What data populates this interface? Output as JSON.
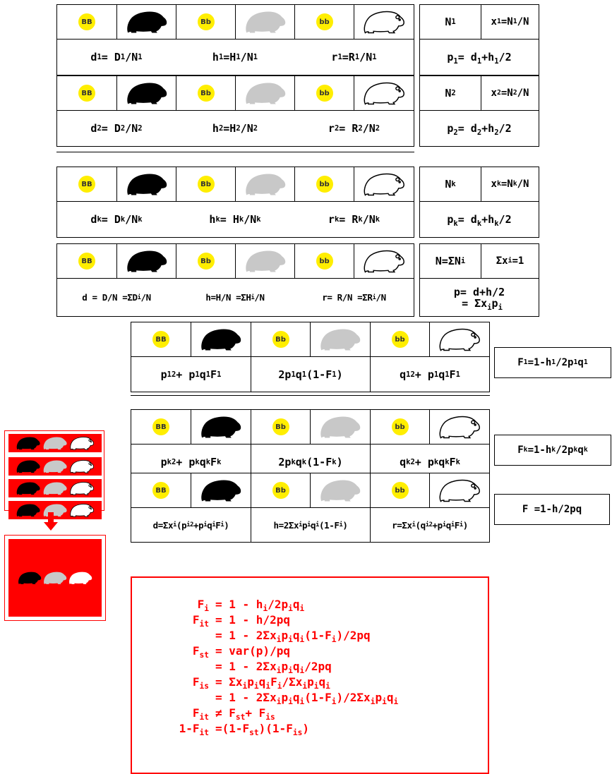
{
  "genotypes": [
    "BB",
    "Bb",
    "bb"
  ],
  "colors": {
    "black": "#000000",
    "grey": "#c8c8c8",
    "white": "#ffffff",
    "yellow": "#ffee00",
    "red": "#ff0000"
  },
  "icons": [
    "guinea-pig-black-icon",
    "guinea-pig-grey-icon",
    "guinea-pig-white-icon"
  ],
  "group_formulas": [
    {
      "d": "d<sub>1</sub>= D<sub>1</sub>/N<sub>1</sub>",
      "h": "h<sub>1</sub>=H<sub>1</sub>/N<sub>1</sub>",
      "r": "r<sub>1</sub>=R<sub>1</sub>/N<sub>1</sub>",
      "n": "N<sub>1</sub>",
      "x": "x<sub>1</sub>=N<sub>1</sub>/N",
      "p": "p<sub>1</sub>= d<sub>1</sub>+h<sub>1</sub>/2"
    },
    {
      "d": "d<sub>2</sub>= D<sub>2</sub>/N<sub>2</sub>",
      "h": "h<sub>2</sub>=H<sub>2</sub>/N<sub>2</sub>",
      "r": "r<sub>2</sub>= R<sub>2</sub>/N<sub>2</sub>",
      "n": "N<sub>2</sub>",
      "x": "x<sub>2</sub>=N<sub>2</sub>/N",
      "p": "p<sub>2</sub>= d<sub>2</sub>+h<sub>2</sub>/2"
    },
    {
      "d": "d<sub>k</sub>= D<sub>k</sub>/N<sub>k</sub>",
      "h": "h<sub>k</sub>= H<sub>k</sub>/N<sub>k</sub>",
      "r": "r<sub>k</sub>= R<sub>k</sub>/N<sub>k</sub>",
      "n": "N<sub>k</sub>",
      "x": "x<sub>k</sub>=N<sub>k</sub>/N",
      "p": "p<sub>k</sub>= d<sub>k</sub>+h<sub>k</sub>/2"
    }
  ],
  "total_formulas": {
    "d": "d = D/N =ΣD<sub>i</sub>/N",
    "h": "h=H/N =ΣH<sub>i</sub>/N",
    "r": "r= R/N =ΣR<sub>i</sub>/N",
    "n": "N=ΣN<sub>i</sub>",
    "x": "Σx<sub>i</sub>=1",
    "p1": "p= d+h/2",
    "p2": "= Σx<sub>i</sub>p<sub>i</sub>"
  },
  "hw_formulas": [
    {
      "d": "p<sub>1</sub><sup>2</sup>+ p<sub>1</sub>q<sub>1</sub>F<sub>1</sub>",
      "h": "2p<sub>1</sub>q<sub>1</sub>(1-F<sub>1</sub>)",
      "r": "q<sub>1</sub><sup>2</sup>+ p<sub>1</sub>q<sub>1</sub>F<sub>1</sub>",
      "f": "F<sub>1</sub>=1-h<sub>1</sub>/2p<sub>1</sub>q<sub>1</sub>"
    },
    {
      "d": "p<sub>k</sub><sup>2</sup>+ p<sub>k</sub>q<sub>k</sub>F<sub>k</sub>",
      "h": "2p<sub>k</sub>q<sub>k</sub>(1-F<sub>k</sub>)",
      "r": "q<sub>k</sub><sup>2</sup>+ p<sub>k</sub>q<sub>k</sub>F<sub>k</sub>",
      "f": "F<sub>k</sub>=1-h<sub>k</sub>/2p<sub>k</sub>q<sub>k</sub>"
    }
  ],
  "hw_total": {
    "d": "d=Σx<sub>i</sub>(p<sub>i</sub><sup>2</sup>+p<sub>i</sub>q<sub>i</sub>F<sub>i</sub>)",
    "h": "h=2Σx<sub>i</sub>p<sub>i</sub>q<sub>i</sub>(1-F<sub>i</sub>)",
    "r": "r=Σx<sub>i</sub>(q<sub>i</sub><sup>2</sup>+p<sub>i</sub>q<sub>i</sub>F<sub>i</sub>)",
    "f": "F =1-h/2pq"
  },
  "equations": [
    {
      "lhs": "F<sub>i</sub>",
      "rhs": "= 1 - h<sub>i</sub>/2p<sub>i</sub>q<sub>i</sub>"
    },
    {
      "lhs": "F<sub>it</sub>",
      "rhs": "= 1 - h/2pq"
    },
    {
      "lhs": "",
      "rhs": "= 1 - 2Σx<sub>i</sub>p<sub>i</sub>q<sub>i</sub>(1-F<sub>i</sub>)/2pq"
    },
    {
      "lhs": "F<sub>st</sub>",
      "rhs": "= var(p)/pq"
    },
    {
      "lhs": "",
      "rhs": "= 1 - 2Σx<sub>i</sub>p<sub>i</sub>q<sub>i</sub>/2pq"
    },
    {
      "lhs": "F<sub>is</sub>",
      "rhs": "= Σx<sub>i</sub>p<sub>i</sub>q<sub>i</sub>F<sub>i</sub>/Σx<sub>i</sub>p<sub>i</sub>q<sub>i</sub>"
    },
    {
      "lhs": "",
      "rhs": "= 1 - 2Σx<sub>i</sub>p<sub>i</sub>q<sub>i</sub>(1-F<sub>i</sub>)/2Σx<sub>i</sub>p<sub>i</sub>q<sub>i</sub>"
    },
    {
      "lhs": "F<sub>it</sub>",
      "rhs": "≠ F<sub>st</sub>+ F<sub>is</sub>"
    },
    {
      "lhs": "1-F<sub>it</sub>",
      "rhs": "=(1-F<sub>st</sub>)(1-F<sub>is</sub>)"
    }
  ]
}
